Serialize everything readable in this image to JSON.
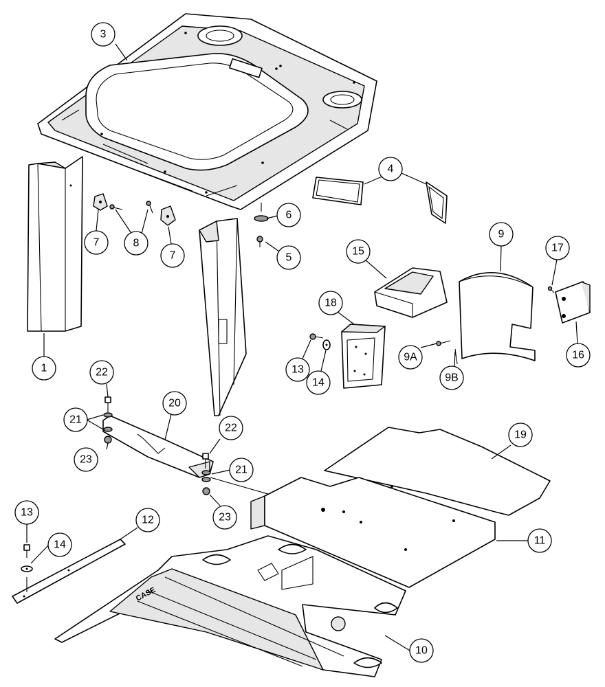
{
  "callouts": [
    {
      "id": "c3",
      "label": "3"
    },
    {
      "id": "c4",
      "label": "4"
    },
    {
      "id": "c6",
      "label": "6"
    },
    {
      "id": "c5",
      "label": "5"
    },
    {
      "id": "c7a",
      "label": "7"
    },
    {
      "id": "c8",
      "label": "8"
    },
    {
      "id": "c7b",
      "label": "7"
    },
    {
      "id": "c1",
      "label": "1"
    },
    {
      "id": "c9",
      "label": "9"
    },
    {
      "id": "c17",
      "label": "17"
    },
    {
      "id": "c15",
      "label": "15"
    },
    {
      "id": "c18",
      "label": "18"
    },
    {
      "id": "c13a",
      "label": "13"
    },
    {
      "id": "c14a",
      "label": "14"
    },
    {
      "id": "c9a",
      "label": "9A"
    },
    {
      "id": "c9b",
      "label": "9B"
    },
    {
      "id": "c16",
      "label": "16"
    },
    {
      "id": "c22a",
      "label": "22"
    },
    {
      "id": "c21a",
      "label": "21"
    },
    {
      "id": "c23a",
      "label": "23"
    },
    {
      "id": "c20",
      "label": "20"
    },
    {
      "id": "c22b",
      "label": "22"
    },
    {
      "id": "c21b",
      "label": "21"
    },
    {
      "id": "c23b",
      "label": "23"
    },
    {
      "id": "c19",
      "label": "19"
    },
    {
      "id": "c11",
      "label": "11"
    },
    {
      "id": "c13b",
      "label": "13"
    },
    {
      "id": "c14b",
      "label": "14"
    },
    {
      "id": "c12",
      "label": "12"
    },
    {
      "id": "c10",
      "label": "10"
    }
  ],
  "floor_mat_stamp": "CASE"
}
